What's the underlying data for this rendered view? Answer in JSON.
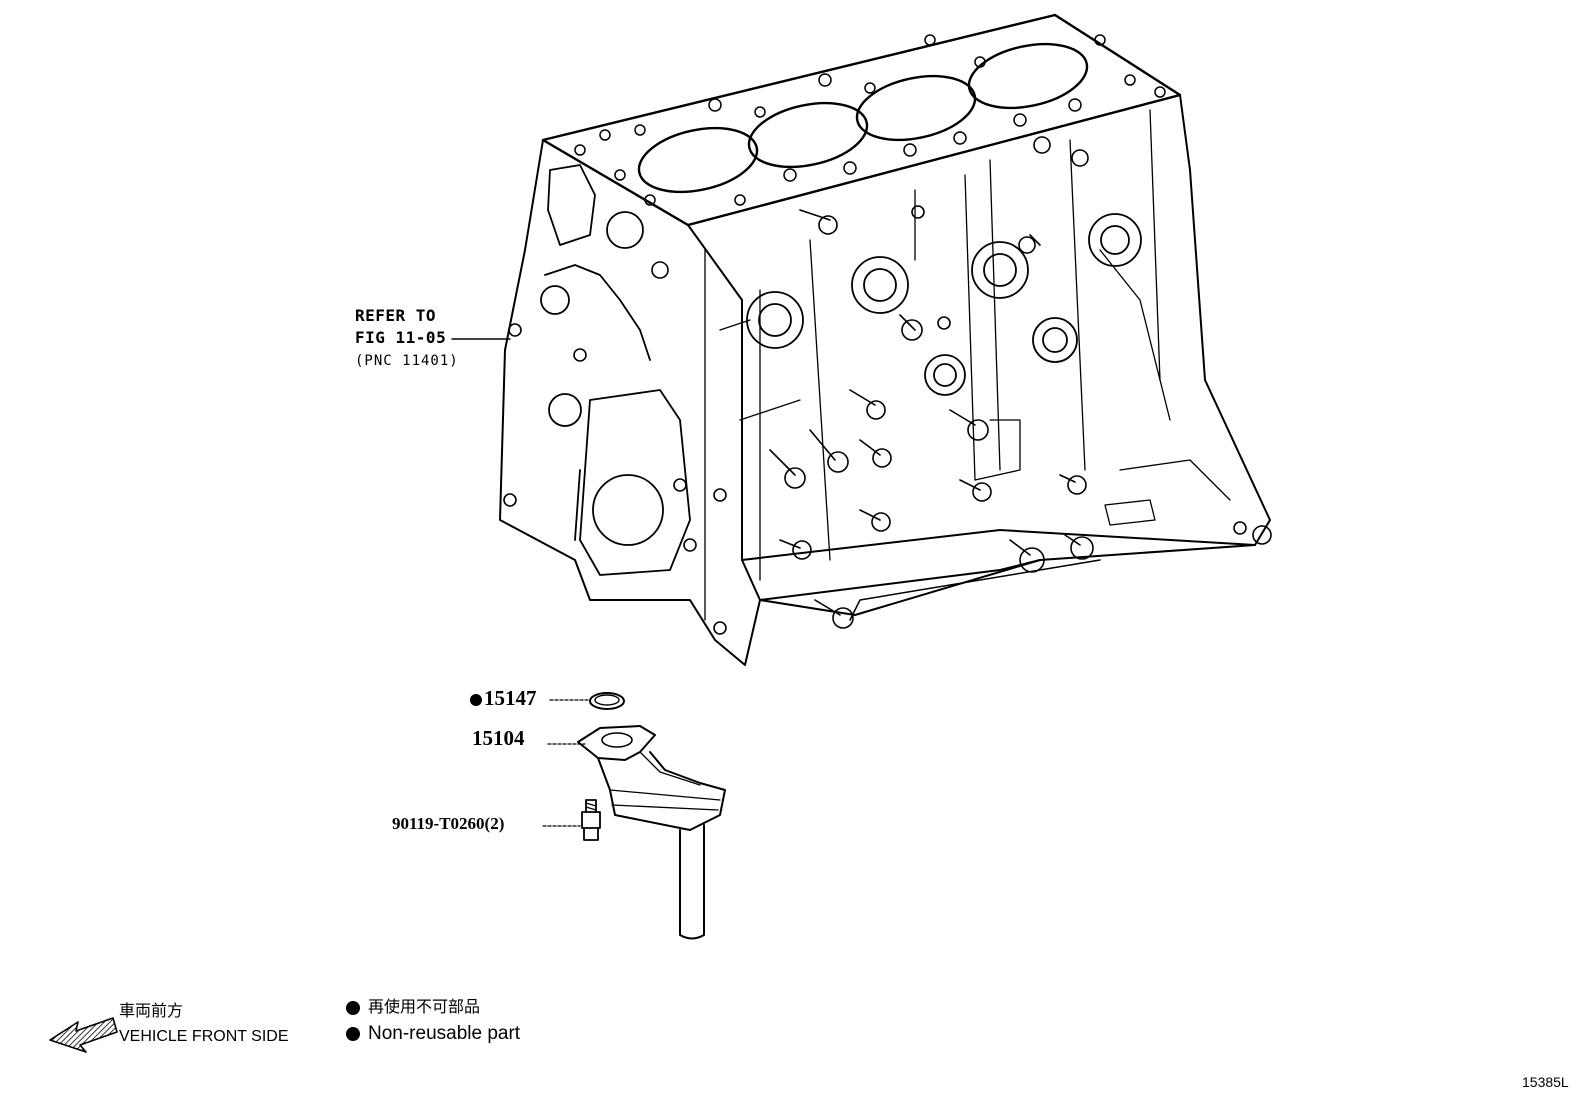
{
  "reference": {
    "line1": "REFER TO",
    "line2": "FIG 11-05",
    "line3": "(PNC 11401)"
  },
  "parts": {
    "gasket": "15147",
    "strainer": "15104",
    "bolt": "90119-T0260(2)"
  },
  "legend": {
    "front_jp": "車両前方",
    "front_en": "VEHICLE FRONT SIDE",
    "nonreuse_jp": "再使用不可部品",
    "nonreuse_en": "Non-reusable part"
  },
  "illustration_code": "15385L",
  "icons": {
    "front_arrow": "arrow-left-hatched-icon",
    "non_reusable_marker": "filled-circle-icon"
  },
  "colors": {
    "line": "#000000",
    "background": "#ffffff"
  }
}
